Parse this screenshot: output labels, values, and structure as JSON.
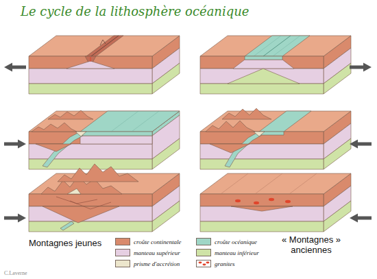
{
  "diagram": {
    "title": "Le cycle de la lithosphère océanique",
    "labels": [
      "Montagnes jeunes",
      "« Montagnes » anciennes",
      "C.Laverne"
    ],
    "legend": [
      {
        "text": "croûte continentale",
        "color": "#d98a6c"
      },
      {
        "text": "croûte océanique",
        "color": "#9fd6c6"
      },
      {
        "text": "manteau supérieur",
        "color": "#e6cfe2"
      },
      {
        "text": "manteau inférieur",
        "color": "#cfe3a6"
      },
      {
        "text": "prisme d'accrétion",
        "color": "#ece6cc"
      },
      {
        "text": "granites"
      }
    ]
  }
}
